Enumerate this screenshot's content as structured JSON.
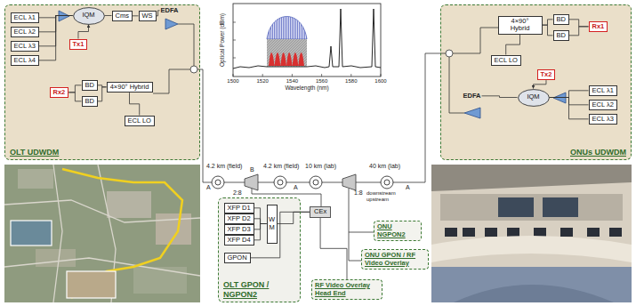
{
  "diagram": {
    "nodes": [
      {
        "text": [
          "OLT UDWDM"
        ]
      },
      {
        "text": [
          "ECL λ1"
        ],
        "in": 0
      },
      {
        "text": [
          "ECL λ2"
        ],
        "in": 0
      },
      {
        "text": [
          "ECL λ3"
        ],
        "in": 0
      },
      {
        "text": [
          "ECL λ4"
        ],
        "in": 0
      },
      {
        "text": [
          "IQM"
        ],
        "in": 0
      },
      {
        "text": [
          "Tx1"
        ],
        "in": 0
      },
      {
        "text": [
          "Cms"
        ],
        "in": 0
      },
      {
        "text": [
          "WS"
        ],
        "in": 0
      },
      {
        "text": [
          "EDFA"
        ],
        "in": 0
      },
      {
        "text": [
          "4×90° Hybrid"
        ],
        "in": 0
      },
      {
        "text": [
          "BD"
        ],
        "in": 0
      },
      {
        "text": [
          "BD"
        ],
        "in": 0
      },
      {
        "text": [
          "Rx2"
        ],
        "in": 0
      },
      {
        "text": [
          "ECL LO"
        ],
        "in": 0
      },
      {
        "text": [
          "ONUs UDWDM"
        ]
      },
      {
        "text": [
          "4×90° Hybrid"
        ],
        "in": 15
      },
      {
        "text": [
          "BD"
        ],
        "in": 15
      },
      {
        "text": [
          "BD"
        ],
        "in": 15
      },
      {
        "text": [
          "Rx1"
        ],
        "in": 15
      },
      {
        "text": [
          "ECL LO"
        ],
        "in": 15
      },
      {
        "text": [
          "Tx2"
        ],
        "in": 15
      },
      {
        "text": [
          "EDFA"
        ],
        "in": 15
      },
      {
        "text": [
          "IQM"
        ],
        "in": 15
      },
      {
        "text": [
          "ECL λ1"
        ],
        "in": 15
      },
      {
        "text": [
          "ECL λ2"
        ],
        "in": 15
      },
      {
        "text": [
          "ECL λ3"
        ],
        "in": 15
      },
      {
        "text": [
          "OLT GPON / NGPON2"
        ]
      },
      {
        "text": [
          "XFP D1"
        ],
        "in": 27
      },
      {
        "text": [
          "XFP D2"
        ],
        "in": 27
      },
      {
        "text": [
          "XFP D3"
        ],
        "in": 27
      },
      {
        "text": [
          "XFP D4"
        ],
        "in": 27
      },
      {
        "text": [
          "WM"
        ],
        "in": 27
      },
      {
        "text": [
          "GPON"
        ],
        "in": 27
      },
      {
        "text": [
          "CEx"
        ]
      },
      {
        "text": [
          "ONU NGPON2"
        ]
      },
      {
        "text": [
          "ONU GPON / RF Video Overlay"
        ]
      },
      {
        "text": [
          "RF Video Overlay Head End"
        ]
      }
    ],
    "edges": [
      {
        "from": 1,
        "to": 5,
        "arrow": "none"
      },
      {
        "from": 2,
        "to": 5,
        "arrow": "none"
      },
      {
        "from": 3,
        "to": 5,
        "arrow": "none"
      },
      {
        "from": 4,
        "to": 5,
        "arrow": "none"
      },
      {
        "from": 6,
        "to": 5,
        "arrow": "to"
      },
      {
        "from": 5,
        "to": 7,
        "arrow": "none"
      },
      {
        "from": 7,
        "to": 8,
        "arrow": "none"
      },
      {
        "from": 8,
        "to": 9,
        "arrow": "none"
      },
      {
        "from": 10,
        "to": 11,
        "arrow": "none"
      },
      {
        "from": 10,
        "to": 12,
        "arrow": "none"
      },
      {
        "from": 11,
        "to": 13,
        "arrow": "none"
      },
      {
        "from": 12,
        "to": 13,
        "arrow": "none"
      },
      {
        "from": 14,
        "to": 10,
        "arrow": "none"
      },
      {
        "from": 16,
        "to": 17,
        "arrow": "none"
      },
      {
        "from": 16,
        "to": 18,
        "arrow": "none"
      },
      {
        "from": 17,
        "to": 19,
        "arrow": "none"
      },
      {
        "from": 18,
        "to": 19,
        "arrow": "none"
      },
      {
        "from": 20,
        "to": 16,
        "arrow": "none"
      },
      {
        "from": 21,
        "to": 23,
        "arrow": "to"
      },
      {
        "from": 24,
        "to": 23,
        "arrow": "none"
      },
      {
        "from": 25,
        "to": 23,
        "arrow": "none"
      },
      {
        "from": 26,
        "to": 23,
        "arrow": "none"
      },
      {
        "from": 23,
        "to": 22,
        "arrow": "none"
      },
      {
        "from": 28,
        "to": 32,
        "arrow": "none"
      },
      {
        "from": 29,
        "to": 32,
        "arrow": "none"
      },
      {
        "from": 30,
        "to": 32,
        "arrow": "none"
      },
      {
        "from": 31,
        "to": 32,
        "arrow": "none"
      },
      {
        "from": 32,
        "to": 34,
        "arrow": "none"
      },
      {
        "from": 33,
        "to": 34,
        "arrow": "none"
      },
      {
        "from": 37,
        "to": 34,
        "arrow": "none"
      }
    ],
    "labels": [
      "4.2 km (field)",
      "4.2 km (field)",
      "10 km (lab)",
      "40 km (lab)",
      "A",
      "B",
      "A",
      "A",
      "2:8",
      "1:8",
      "downstream",
      "upstream",
      "Optical Power (dBm)",
      "Wavelength (nm)",
      "1500",
      "1520",
      "1540",
      "1560",
      "1580",
      "1600"
    ]
  }
}
